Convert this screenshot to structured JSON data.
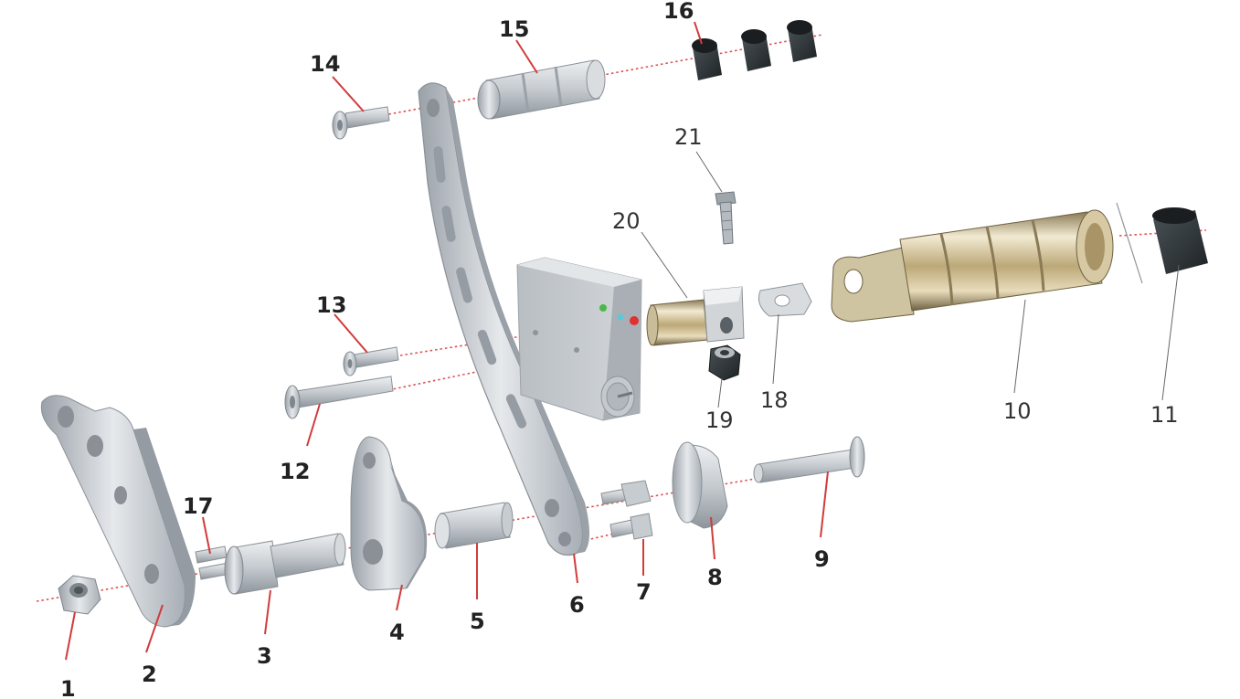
{
  "callouts": [
    {
      "id": "1",
      "text": "1"
    },
    {
      "id": "2",
      "text": "2"
    },
    {
      "id": "3",
      "text": "3"
    },
    {
      "id": "4",
      "text": "4"
    },
    {
      "id": "5",
      "text": "5"
    },
    {
      "id": "6",
      "text": "6"
    },
    {
      "id": "7",
      "text": "7"
    },
    {
      "id": "8",
      "text": "8"
    },
    {
      "id": "9",
      "text": "9"
    },
    {
      "id": "10",
      "text": "10"
    },
    {
      "id": "11",
      "text": "11"
    },
    {
      "id": "12",
      "text": "12"
    },
    {
      "id": "13",
      "text": "13"
    },
    {
      "id": "14",
      "text": "14"
    },
    {
      "id": "15",
      "text": "15"
    },
    {
      "id": "16",
      "text": "16"
    },
    {
      "id": "17",
      "text": "17"
    },
    {
      "id": "18",
      "text": "18"
    },
    {
      "id": "19",
      "text": "19"
    },
    {
      "id": "20",
      "text": "20"
    },
    {
      "id": "21",
      "text": "21"
    }
  ],
  "colors": {
    "part_silver": "#c9cdd1",
    "part_shadow": "#9ba1a7",
    "part_dark": "#2e3336",
    "chrome": "#d8c9a0",
    "leader_red": "#d23b3b",
    "axis_red": "#e05050",
    "label": "#222222"
  }
}
